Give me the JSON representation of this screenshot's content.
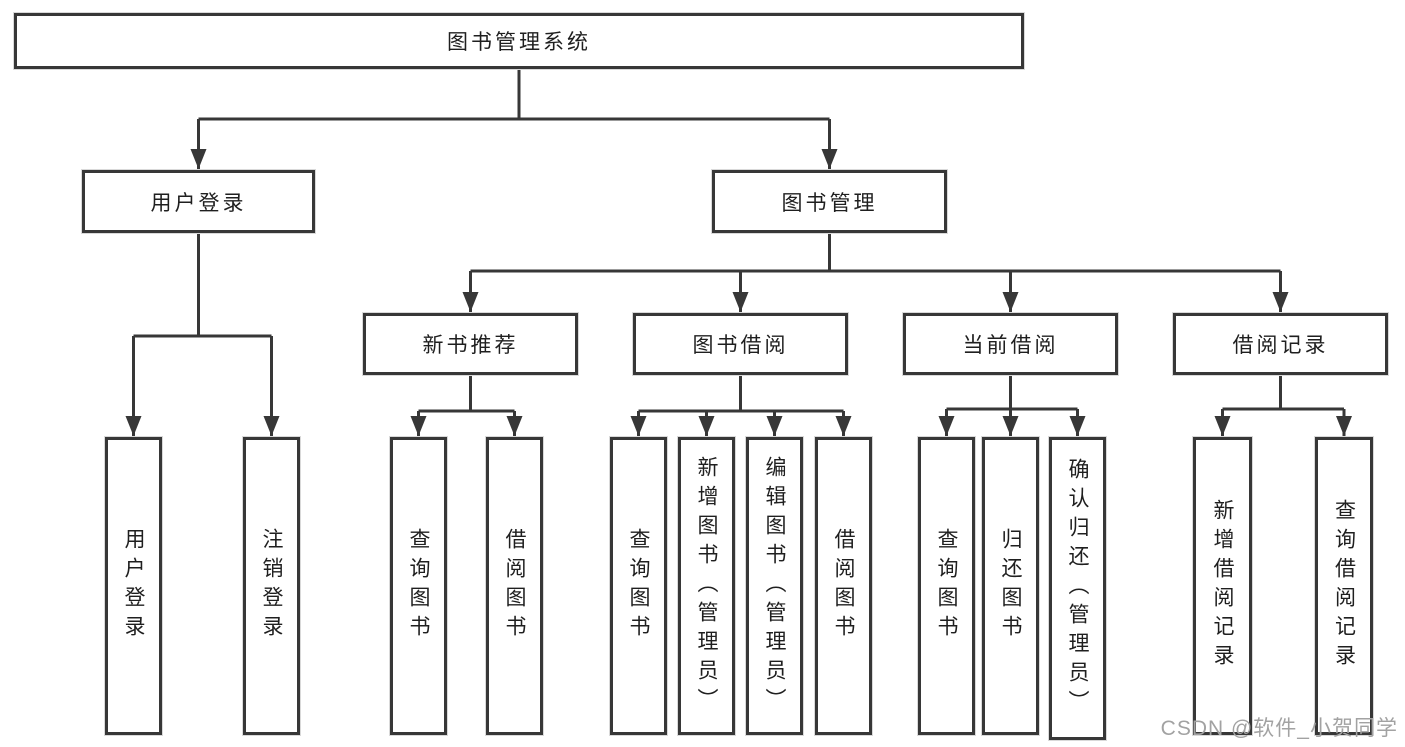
{
  "diagram_title": "图书管理系统",
  "colors": {
    "line": "#373737",
    "box_border": "#373737",
    "text": "#1f1f1f",
    "watermark": "#a2a2a2",
    "background": "#ffffff"
  },
  "nodes": {
    "root": "图书管理系统",
    "level2": {
      "user_login": "用户登录",
      "book_mgmt": "图书管理"
    },
    "level3": {
      "new_books": "新书推荐",
      "book_borrow": "图书借阅",
      "current_borrow": "当前借阅",
      "borrow_records": "借阅记录"
    },
    "leaves": {
      "user_login": [
        "用户登录",
        "注销登录"
      ],
      "new_books": [
        "查询图书",
        "借阅图书"
      ],
      "book_borrow": [
        "查询图书",
        "新增图书（管理员）",
        "编辑图书（管理员）",
        "借阅图书"
      ],
      "current_borrow": [
        "查询图书",
        "归还图书",
        "确认归还（管理员）"
      ],
      "borrow_records": [
        "新增借阅记录",
        "查询借阅记录"
      ]
    }
  },
  "watermark": "CSDN @软件_小贺同学"
}
